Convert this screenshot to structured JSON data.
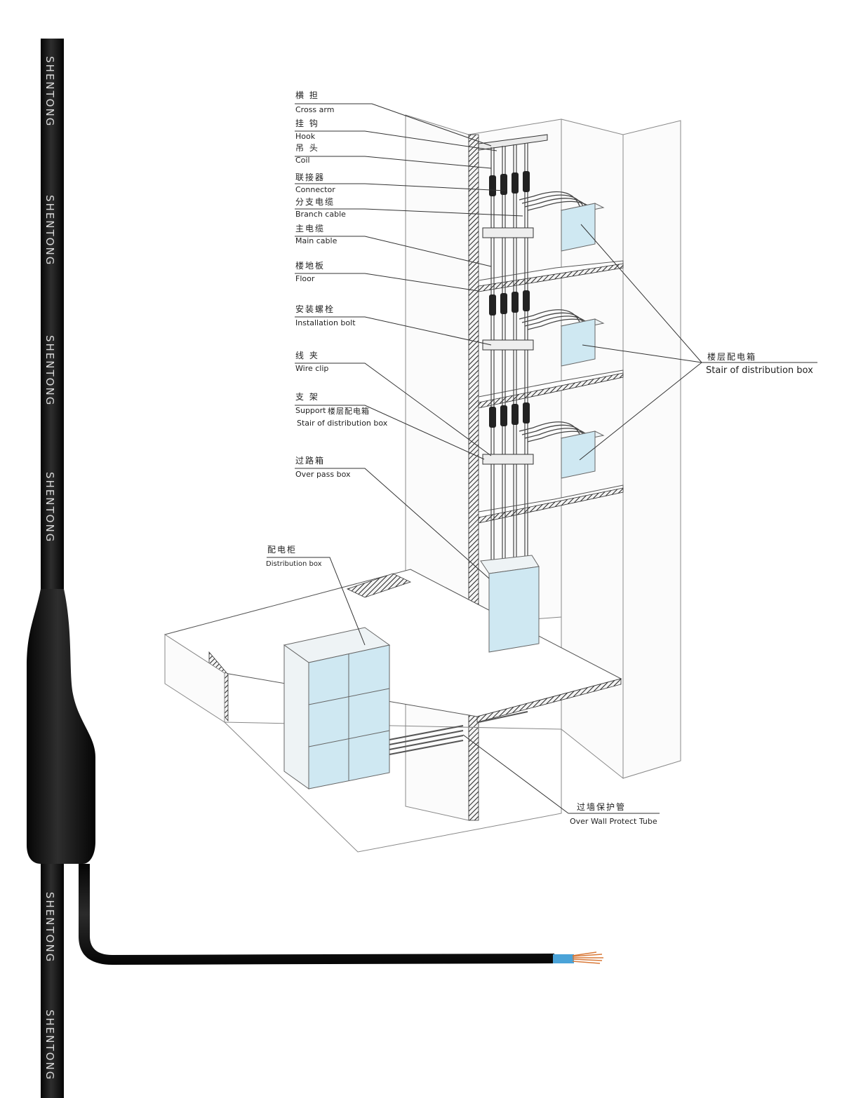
{
  "brand": "SHENTONG",
  "labels": {
    "cross_arm": {
      "cn": "横 担",
      "en": "Cross arm"
    },
    "hook": {
      "cn": "挂 钩",
      "en": "Hook"
    },
    "coil": {
      "cn": "吊 头",
      "en": "Coil"
    },
    "connector": {
      "cn": "联接器",
      "en": "Connector"
    },
    "branch_cable": {
      "cn": "分支电缆",
      "en": "Branch cable"
    },
    "main_cable": {
      "cn": "主电缆",
      "en": "Main cable"
    },
    "floor": {
      "cn": "楼地板",
      "en": "Floor"
    },
    "installation_bolt": {
      "cn": "安装螺栓",
      "en": "Installation bolt"
    },
    "wire_clip": {
      "cn": "线 夹",
      "en": "Wire clip"
    },
    "support": {
      "cn": "支 架",
      "en": "Support"
    },
    "stair_box_inline": {
      "cn": "楼层配电箱",
      "en": "Stair of distribution box"
    },
    "over_pass_box": {
      "cn": "过路箱",
      "en": "Over pass box"
    },
    "distribution_box": {
      "cn": "配电柜",
      "en": "Distribution box"
    },
    "stair_box_right": {
      "cn": "楼层配电箱",
      "en": "Stair of distribution box"
    },
    "over_wall_tube": {
      "cn": "过墙保护管",
      "en": "Over Wall Protect Tube"
    }
  },
  "colors": {
    "cable": "#111111",
    "box_fill": "#cfe8f2",
    "copper": "#d97a3a",
    "insulation_blue": "#4aa3d8"
  }
}
